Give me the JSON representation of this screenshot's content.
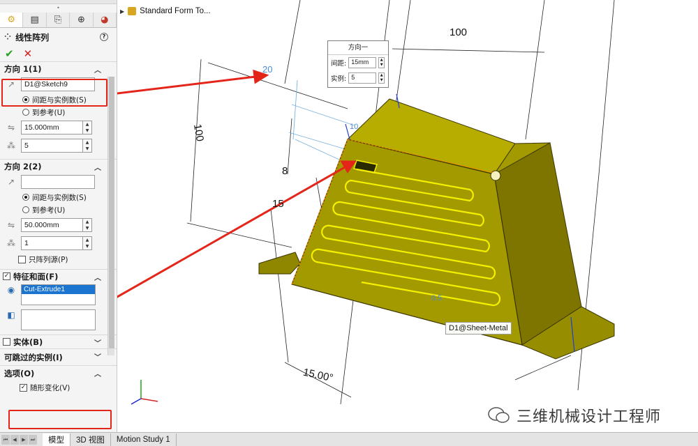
{
  "panel": {
    "feature_title": "线性阵列",
    "direction1": {
      "header": "方向 1(1)",
      "edge_value": "D1@Sketch9",
      "radio_spacing": "间距与实例数(S)",
      "radio_ref": "到参考(U)",
      "spacing": "15.000mm",
      "instances": "5"
    },
    "direction2": {
      "header": "方向 2(2)",
      "edge_value": "",
      "radio_spacing": "间距与实例数(S)",
      "radio_ref": "到参考(U)",
      "spacing": "50.000mm",
      "instances": "1",
      "seed_only": "只阵列源(P)"
    },
    "features_faces": {
      "header": "特征和面(F)",
      "selected": "Cut-Extrude1"
    },
    "bodies": {
      "header": "实体(B)"
    },
    "skip": {
      "header": "可跳过的实例(I)"
    },
    "options": {
      "header": "选项(O)",
      "vary_sketch": "随形变化(V)"
    }
  },
  "viewport": {
    "tree_label": "Standard Form To...",
    "callout": {
      "title": "方向一",
      "spacing_label": "间距:",
      "spacing_value": "15mm",
      "instances_label": "实例:",
      "instances_value": "5"
    },
    "tooltip": "D1@Sheet-Metal",
    "dims": {
      "d100_top": "100",
      "d100_left": "100",
      "d8": "8",
      "d15": "15",
      "d15deg": "15.00°",
      "d20": "20",
      "d10": "10",
      "d0_5": "0.5"
    },
    "watermark": "三维机械设计工程师"
  },
  "bottom_tabs": [
    "模型",
    "3D 视图",
    "Motion Study 1"
  ],
  "colors": {
    "part": "#a39a00",
    "part_dark": "#7d7500",
    "highlight": "#f5f000",
    "arrow": "#e4251a",
    "selection": "#1a74d0"
  }
}
